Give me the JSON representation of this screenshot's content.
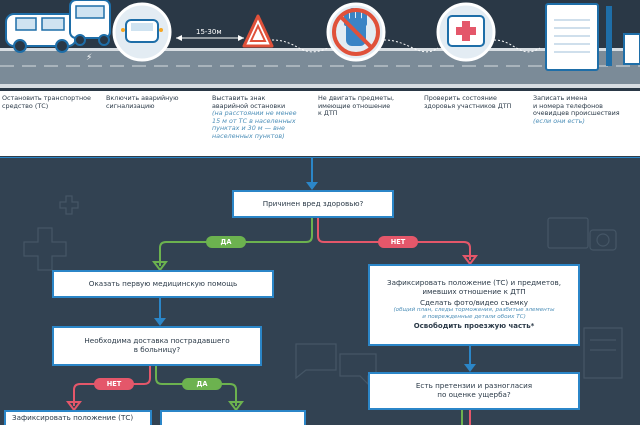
{
  "road": {
    "distance_label": "15-30м"
  },
  "steps": [
    {
      "title": "Остановить транспортное\nсредство (ТС)",
      "note": ""
    },
    {
      "title": "Включить аварийную\nсигнализацию",
      "note": ""
    },
    {
      "title": "Выставить знак\nаварийной остановки",
      "note": "(на расстоянии не менее\n15 м от ТС в населенных\nпунктах и 30 м — вне\nнаселенных пунктов)"
    },
    {
      "title": "Не двигать предметы,\nимеющие отношение\nк ДТП",
      "note": ""
    },
    {
      "title": "Проверить состояние\nздоровья участников ДТП",
      "note": ""
    },
    {
      "title": "Записать имена\nи номера телефонов\nочевидцев происшествия",
      "note": "(если они есть)"
    }
  ],
  "flow": {
    "q1": "Причинен вред здоровью?",
    "yes_label": "ДА",
    "no_label": "НЕТ",
    "first_aid": "Оказать первую медицинскую помощь",
    "q2_line1": "Необходима доставка пострадавшего",
    "q2_line2": "в больницу?",
    "fix_line1": "Зафиксировать положение (ТС) и предметов,",
    "fix_line2": "имевших отношение к ДТП",
    "fix_line3": "Сделать фото/видео съемку",
    "fix_note": "(общий план, следы торможения, разбитые элементы\nи поврежденные детали обоих ТС)",
    "fix_line4": "Освободить проезжую часть*",
    "q3_line1": "Есть претензии и разногласия",
    "q3_line2": "по оценке ущерба?",
    "bottom_left_text": "Зафиксировать положение (ТС)"
  },
  "colors": {
    "accent_blue": "#2b86c8",
    "yes_green": "#6cb24f",
    "no_red": "#e4576a",
    "panel_dark": "#324252"
  }
}
